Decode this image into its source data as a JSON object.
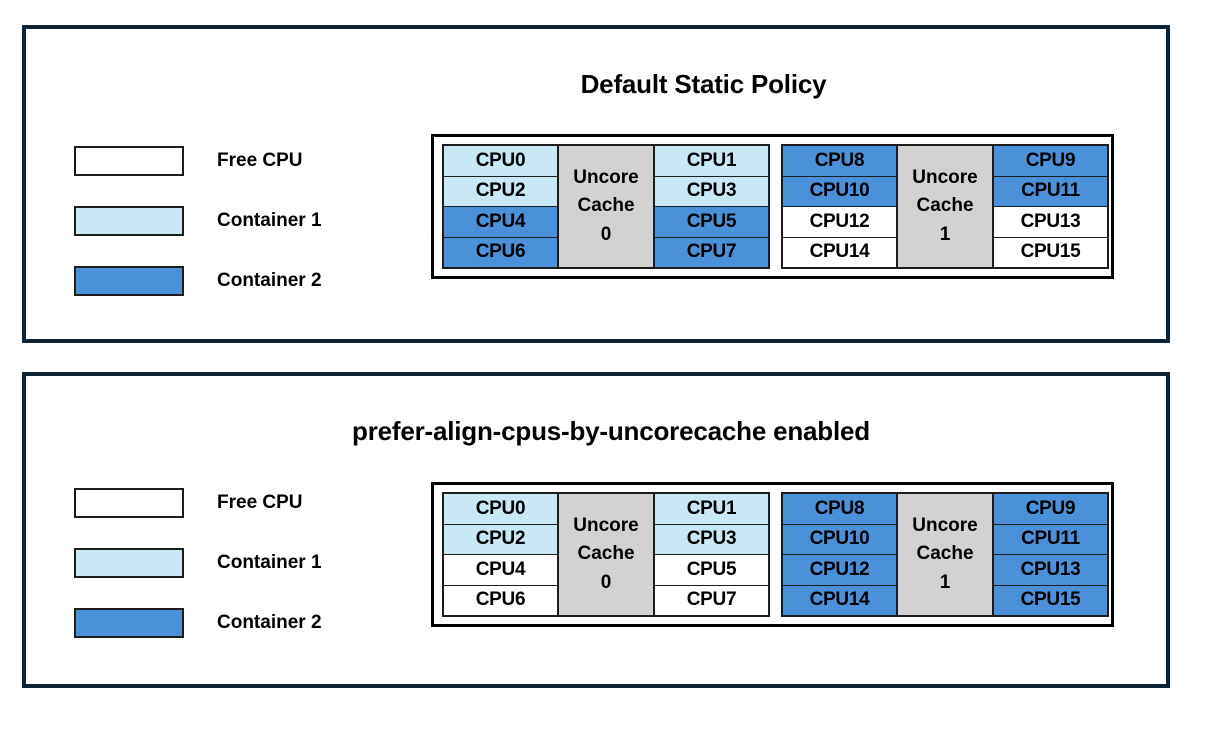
{
  "colors": {
    "panel_border": "#0c2433",
    "free_cpu": "#ffffff",
    "container1": "#c9e8f6",
    "container2": "#4a91d9",
    "uncore_cache": "#d4d2d0",
    "cell_border": "#1d1d1d"
  },
  "legend": {
    "items": [
      {
        "label": "Free CPU",
        "swatch": "free"
      },
      {
        "label": "Container 1",
        "swatch": "container1"
      },
      {
        "label": "Container 2",
        "swatch": "container2"
      }
    ]
  },
  "panels": [
    {
      "id": "default-static-policy",
      "title": "Default Static Policy",
      "groups": [
        {
          "cache_label_line1": "Uncore",
          "cache_label_line2": "Cache",
          "cache_label_line3": "0",
          "left_column": [
            {
              "label": "CPU0",
              "state": "container1"
            },
            {
              "label": "CPU2",
              "state": "container1"
            },
            {
              "label": "CPU4",
              "state": "container2"
            },
            {
              "label": "CPU6",
              "state": "container2"
            }
          ],
          "right_column": [
            {
              "label": "CPU1",
              "state": "container1"
            },
            {
              "label": "CPU3",
              "state": "container1"
            },
            {
              "label": "CPU5",
              "state": "container2"
            },
            {
              "label": "CPU7",
              "state": "container2"
            }
          ]
        },
        {
          "cache_label_line1": "Uncore",
          "cache_label_line2": "Cache",
          "cache_label_line3": "1",
          "left_column": [
            {
              "label": "CPU8",
              "state": "container2"
            },
            {
              "label": "CPU10",
              "state": "container2"
            },
            {
              "label": "CPU12",
              "state": "free"
            },
            {
              "label": "CPU14",
              "state": "free"
            }
          ],
          "right_column": [
            {
              "label": "CPU9",
              "state": "container2"
            },
            {
              "label": "CPU11",
              "state": "container2"
            },
            {
              "label": "CPU13",
              "state": "free"
            },
            {
              "label": "CPU15",
              "state": "free"
            }
          ]
        }
      ]
    },
    {
      "id": "prefer-align-cpus-by-uncorecache",
      "title": "prefer-align-cpus-by-uncorecache enabled",
      "groups": [
        {
          "cache_label_line1": "Uncore",
          "cache_label_line2": "Cache",
          "cache_label_line3": "0",
          "left_column": [
            {
              "label": "CPU0",
              "state": "container1"
            },
            {
              "label": "CPU2",
              "state": "container1"
            },
            {
              "label": "CPU4",
              "state": "free"
            },
            {
              "label": "CPU6",
              "state": "free"
            }
          ],
          "right_column": [
            {
              "label": "CPU1",
              "state": "container1"
            },
            {
              "label": "CPU3",
              "state": "container1"
            },
            {
              "label": "CPU5",
              "state": "free"
            },
            {
              "label": "CPU7",
              "state": "free"
            }
          ]
        },
        {
          "cache_label_line1": "Uncore",
          "cache_label_line2": "Cache",
          "cache_label_line3": "1",
          "left_column": [
            {
              "label": "CPU8",
              "state": "container2"
            },
            {
              "label": "CPU10",
              "state": "container2"
            },
            {
              "label": "CPU12",
              "state": "container2"
            },
            {
              "label": "CPU14",
              "state": "container2"
            }
          ],
          "right_column": [
            {
              "label": "CPU9",
              "state": "container2"
            },
            {
              "label": "CPU11",
              "state": "container2"
            },
            {
              "label": "CPU13",
              "state": "container2"
            },
            {
              "label": "CPU15",
              "state": "container2"
            }
          ]
        }
      ]
    }
  ]
}
